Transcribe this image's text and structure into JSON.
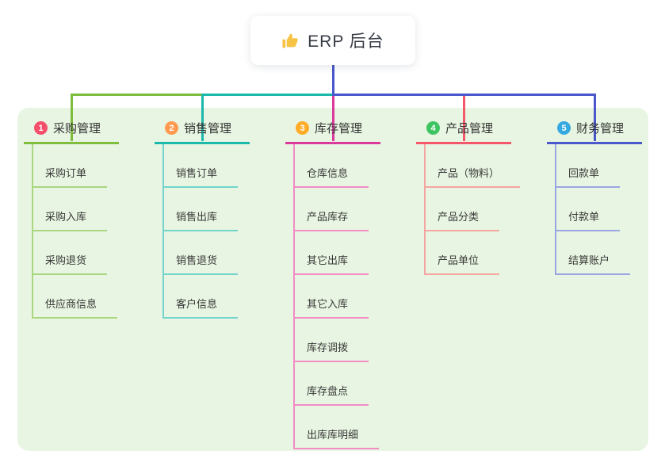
{
  "root": {
    "label": "ERP 后台",
    "icon": "thumbs-up-icon",
    "icon_color": "#f6c344",
    "line_color": "#4a58cc"
  },
  "panel_color": "#e8f5e2",
  "branches": [
    {
      "number": "1",
      "label": "采购管理",
      "badge_color": "#f4506c",
      "line_color": "#7ebd3e",
      "item_line_color": "#a9d780",
      "items": [
        "采购订单",
        "采购入库",
        "采购退货",
        "供应商信息"
      ]
    },
    {
      "number": "2",
      "label": "销售管理",
      "badge_color": "#ff9a50",
      "line_color": "#1bb8ac",
      "item_line_color": "#72d4cb",
      "items": [
        "销售订单",
        "销售出库",
        "销售退货",
        "客户信息"
      ]
    },
    {
      "number": "3",
      "label": "库存管理",
      "badge_color": "#ffac28",
      "line_color": "#d93a9b",
      "item_line_color": "#f28cc4",
      "items": [
        "仓库信息",
        "产品库存",
        "其它出库",
        "其它入库",
        "库存调拨",
        "库存盘点",
        "出库库明细"
      ]
    },
    {
      "number": "4",
      "label": "产品管理",
      "badge_color": "#3ec561",
      "line_color": "#f4566a",
      "item_line_color": "#f5a5a2",
      "items": [
        "产品（物料）",
        "产品分类",
        "产品单位"
      ]
    },
    {
      "number": "5",
      "label": "财务管理",
      "badge_color": "#36a9e1",
      "line_color": "#4a58cc",
      "item_line_color": "#9aa6e2",
      "items": [
        "回款单",
        "付款单",
        "结算账户"
      ]
    }
  ]
}
